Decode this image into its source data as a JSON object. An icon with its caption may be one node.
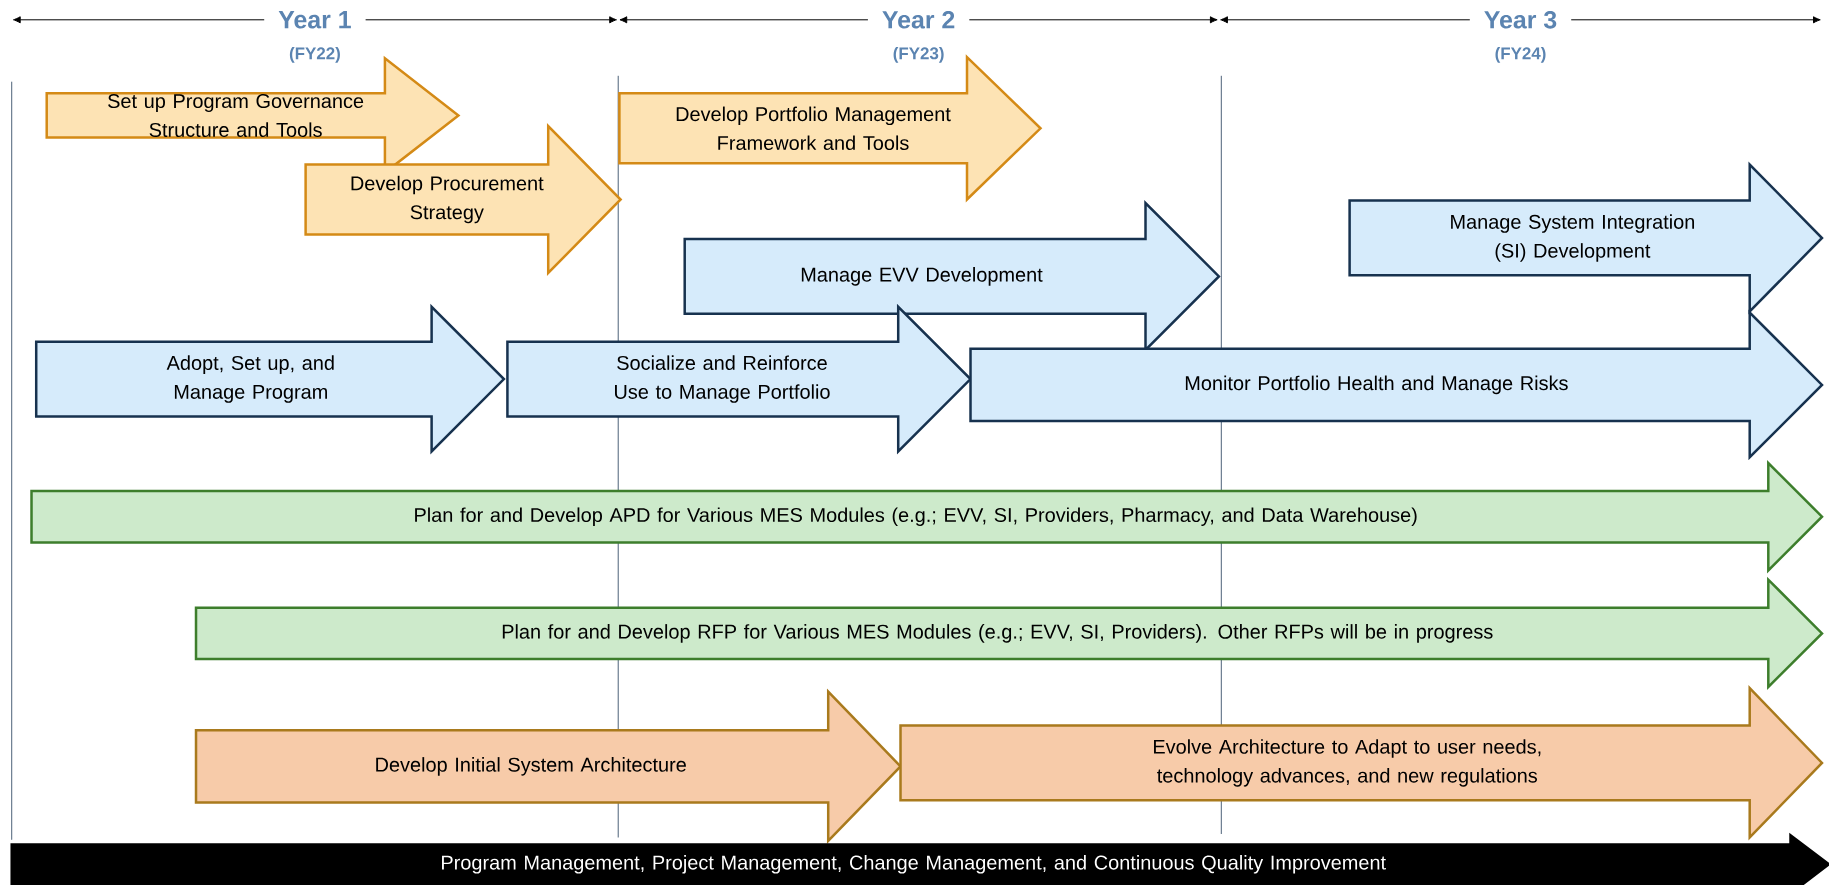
{
  "diagram": {
    "nodes": [
      {
        "text": [
          "Set up Program Governance Structure and Tools"
        ]
      },
      {
        "text": [
          "Develop Procurement Strategy"
        ]
      },
      {
        "text": [
          "Develop Portfolio Management Framework and Tools"
        ]
      },
      {
        "text": [
          "Manage EVV Development"
        ]
      },
      {
        "text": [
          "Manage System Integration (SI) Development"
        ]
      },
      {
        "text": [
          "Adopt, Set up, and Manage Program"
        ]
      },
      {
        "text": [
          "Socialize and Reinforce Use to Manage Portfolio"
        ]
      },
      {
        "text": [
          "Monitor Portfolio Health and Manage Risks"
        ]
      },
      {
        "text": [
          "Plan for and Develop APD for Various MES Modules (e.g.; EVV, SI, Providers, Pharmacy, and Data Warehouse)"
        ]
      },
      {
        "text": [
          "Plan for and Develop RFP for Various MES Modules (e.g.; EVV, SI, Providers). Other RFPs will be in progress"
        ]
      },
      {
        "text": [
          "Develop Initial System Architecture"
        ]
      },
      {
        "text": [
          "Evolve Architecture to Adapt to user needs, technology advances, and new regulations"
        ]
      },
      {
        "text": [
          "Program Management, Project Management, Change Management, and Continuous Quality Improvement"
        ]
      }
    ],
    "labels": [
      "Year 1",
      "Year 2",
      "Year 3",
      "(FY22)",
      "(FY23)",
      "(FY24)"
    ]
  }
}
